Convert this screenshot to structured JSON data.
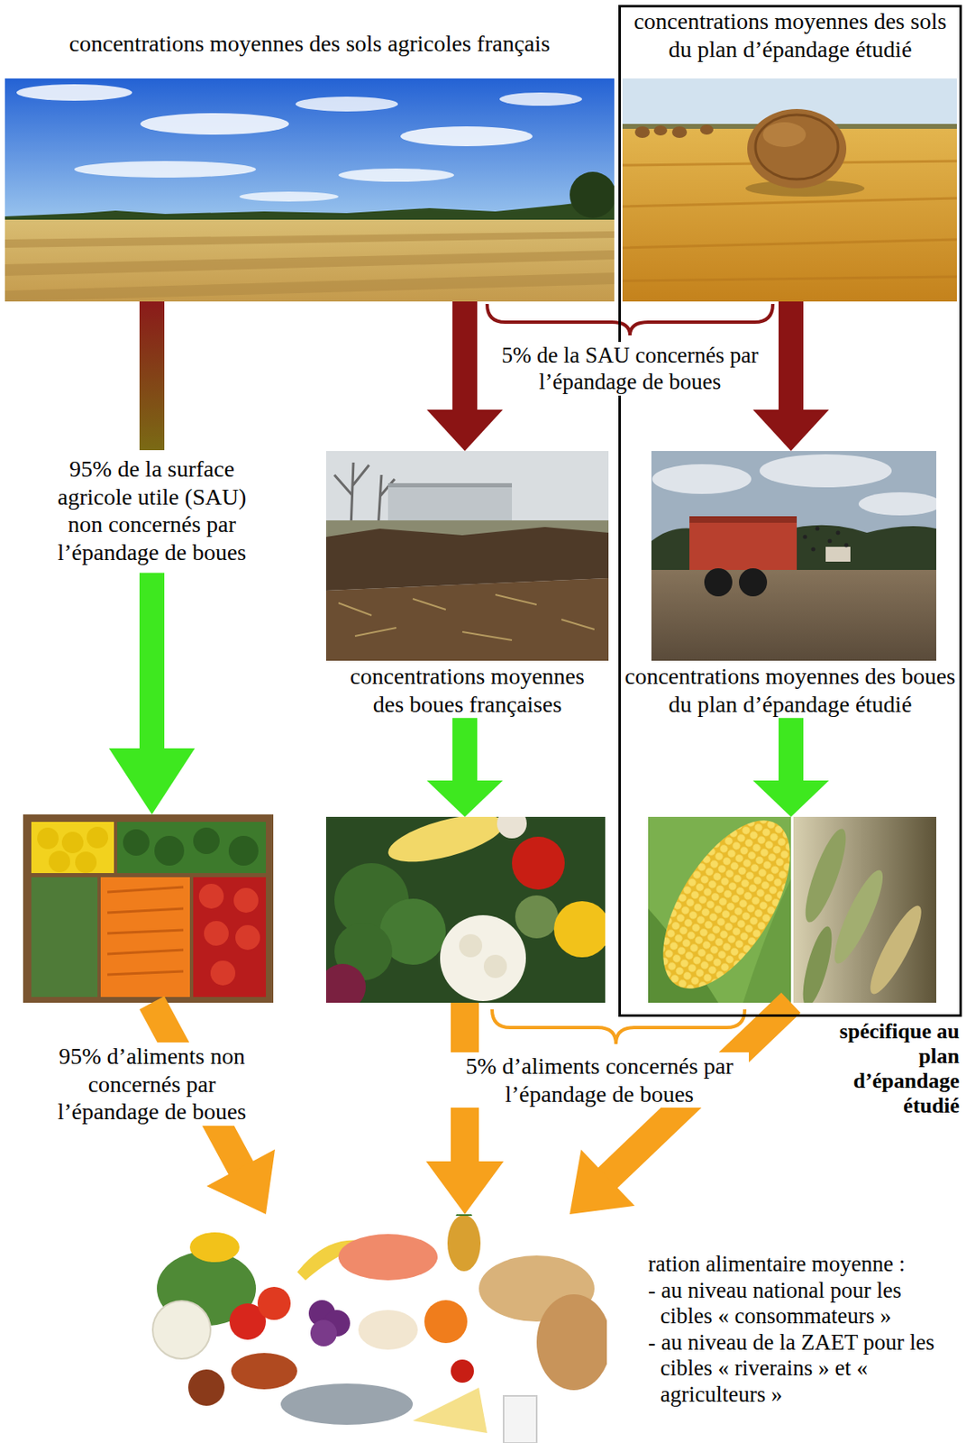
{
  "diagram": {
    "nodes": [
      {
        "text": [
          "concentrations moyennes des sols agricoles français"
        ]
      },
      {
        "text": [
          "spécifique au plan d’épandage étudié"
        ]
      },
      {
        "text": [
          "concentrations moyennes des sols du plan d’épandage étudié"
        ],
        "in": 1
      },
      {
        "text": [
          "concentrations moyennes des boues françaises"
        ]
      },
      {
        "text": [
          "concentrations moyennes des boues du plan d’épandage étudié"
        ],
        "in": 1
      },
      {
        "text": []
      },
      {
        "text": []
      },
      {
        "text": [],
        "in": 1
      },
      {
        "text": [
          "ration alimentaire moyenne :",
          "- au niveau national pour les cibles « consommateurs »",
          "- au niveau de la ZAET pour les cibles « riverains » et « agriculteurs »"
        ]
      }
    ],
    "edges": [
      {
        "from": 0,
        "to": 5,
        "arrow": "to",
        "label": "95% de la surface agricole utile (SAU) non concernés par l’épandage de boues"
      },
      {
        "from": 0,
        "to": 3,
        "arrow": "to"
      },
      {
        "from": 2,
        "to": 4,
        "arrow": "to"
      },
      {
        "from": 3,
        "to": 6,
        "arrow": "to"
      },
      {
        "from": 4,
        "to": 7,
        "arrow": "to"
      },
      {
        "from": 5,
        "to": 8,
        "arrow": "to",
        "label": "95% d’aliments non concernés par l’épandage de boues"
      },
      {
        "from": 6,
        "to": 8,
        "arrow": "to"
      },
      {
        "from": 7,
        "to": 8,
        "arrow": "to"
      }
    ],
    "labels": [
      "5% de la SAU concernés par l’épandage de boues",
      "5% d’aliments concernés par l’épandage de boues"
    ]
  }
}
